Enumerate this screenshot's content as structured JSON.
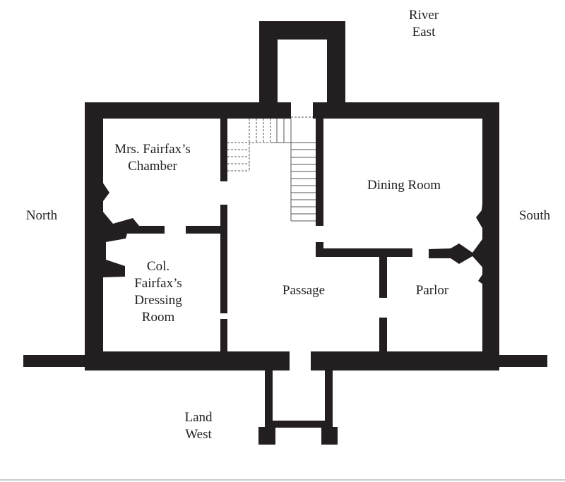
{
  "colors": {
    "wall": "#231f20",
    "stair_line": "#555555",
    "background": "#ffffff"
  },
  "compass": {
    "east": [
      "River",
      "East"
    ],
    "west": [
      "Land",
      "West"
    ],
    "north": "North",
    "south": "South"
  },
  "rooms": {
    "chamber": [
      "Mrs. Fairfax’s",
      "Chamber"
    ],
    "dressing": [
      "Col.",
      "Fairfax’s",
      "Dressing",
      "Room"
    ],
    "passage": "Passage",
    "dining": "Dining Room",
    "parlor": "Parlor"
  }
}
